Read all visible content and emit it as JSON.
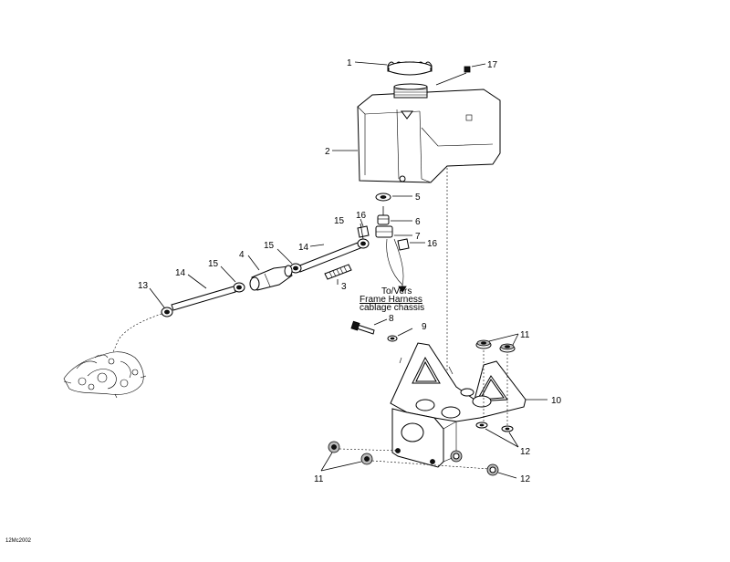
{
  "diagram": {
    "labels": {
      "p1": "1",
      "p2": "2",
      "p3": "3",
      "p4": "4",
      "p5": "5",
      "p6": "6",
      "p7": "7",
      "p8": "8",
      "p9": "9",
      "p10": "10",
      "p11a": "11",
      "p11b": "11",
      "p12a": "12",
      "p12b": "12",
      "p13": "13",
      "p14a": "14",
      "p14b": "14",
      "p15a": "15",
      "p15b": "15",
      "p15c": "15",
      "p16a": "16",
      "p16b": "16",
      "p17": "17"
    },
    "note": {
      "line1": "To/Vers",
      "line2": "Frame Harness",
      "line3": "cablage chassis"
    },
    "code": "12Mc2002"
  }
}
